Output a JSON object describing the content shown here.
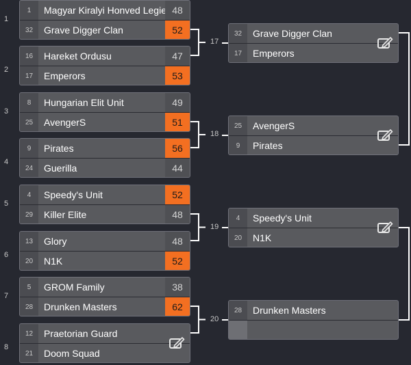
{
  "round1": [
    {
      "label": "1",
      "teams": [
        {
          "seed": "1",
          "name": "Magyar Kiralyi Honved Legie",
          "score": "48",
          "win": false
        },
        {
          "seed": "32",
          "name": "Grave Digger Clan",
          "score": "52",
          "win": true
        }
      ]
    },
    {
      "label": "2",
      "teams": [
        {
          "seed": "16",
          "name": "Hareket Ordusu",
          "score": "47",
          "win": false
        },
        {
          "seed": "17",
          "name": "Emperors",
          "score": "53",
          "win": true
        }
      ]
    },
    {
      "label": "3",
      "teams": [
        {
          "seed": "8",
          "name": "Hungarian Elit Unit",
          "score": "49",
          "win": false
        },
        {
          "seed": "25",
          "name": "AvengerS",
          "score": "51",
          "win": true
        }
      ]
    },
    {
      "label": "4",
      "teams": [
        {
          "seed": "9",
          "name": "Pirates",
          "score": "56",
          "win": true
        },
        {
          "seed": "24",
          "name": "Guerilla",
          "score": "44",
          "win": false
        }
      ]
    },
    {
      "label": "5",
      "teams": [
        {
          "seed": "4",
          "name": "Speedy's Unit",
          "score": "52",
          "win": true
        },
        {
          "seed": "29",
          "name": "Killer Elite",
          "score": "48",
          "win": false
        }
      ]
    },
    {
      "label": "6",
      "teams": [
        {
          "seed": "13",
          "name": "Glory",
          "score": "48",
          "win": false
        },
        {
          "seed": "20",
          "name": "N1K",
          "score": "52",
          "win": true
        }
      ]
    },
    {
      "label": "7",
      "teams": [
        {
          "seed": "5",
          "name": "GROM Family",
          "score": "38",
          "win": false
        },
        {
          "seed": "28",
          "name": "Drunken Masters",
          "score": "62",
          "win": true
        }
      ]
    },
    {
      "label": "8",
      "teams": [
        {
          "seed": "12",
          "name": "Praetorian Guard",
          "score": "",
          "win": false
        },
        {
          "seed": "21",
          "name": "Doom Squad",
          "score": "",
          "win": false
        }
      ]
    }
  ],
  "round2": [
    {
      "label": "17",
      "teams": [
        {
          "seed": "32",
          "name": "Grave Digger Clan"
        },
        {
          "seed": "17",
          "name": "Emperors"
        }
      ]
    },
    {
      "label": "18",
      "teams": [
        {
          "seed": "25",
          "name": "AvengerS"
        },
        {
          "seed": "9",
          "name": "Pirates"
        }
      ]
    },
    {
      "label": "19",
      "teams": [
        {
          "seed": "4",
          "name": "Speedy's Unit"
        },
        {
          "seed": "20",
          "name": "N1K"
        }
      ]
    },
    {
      "label": "20",
      "teams": [
        {
          "seed": "28",
          "name": "Drunken Masters"
        },
        {
          "seed": "",
          "name": ""
        }
      ]
    }
  ],
  "icons": {
    "edit": "edit-report-icon"
  },
  "colors": {
    "background": "#262830",
    "winner": "#f36f21",
    "card": "#595a5e",
    "connector": "#ffffff"
  }
}
